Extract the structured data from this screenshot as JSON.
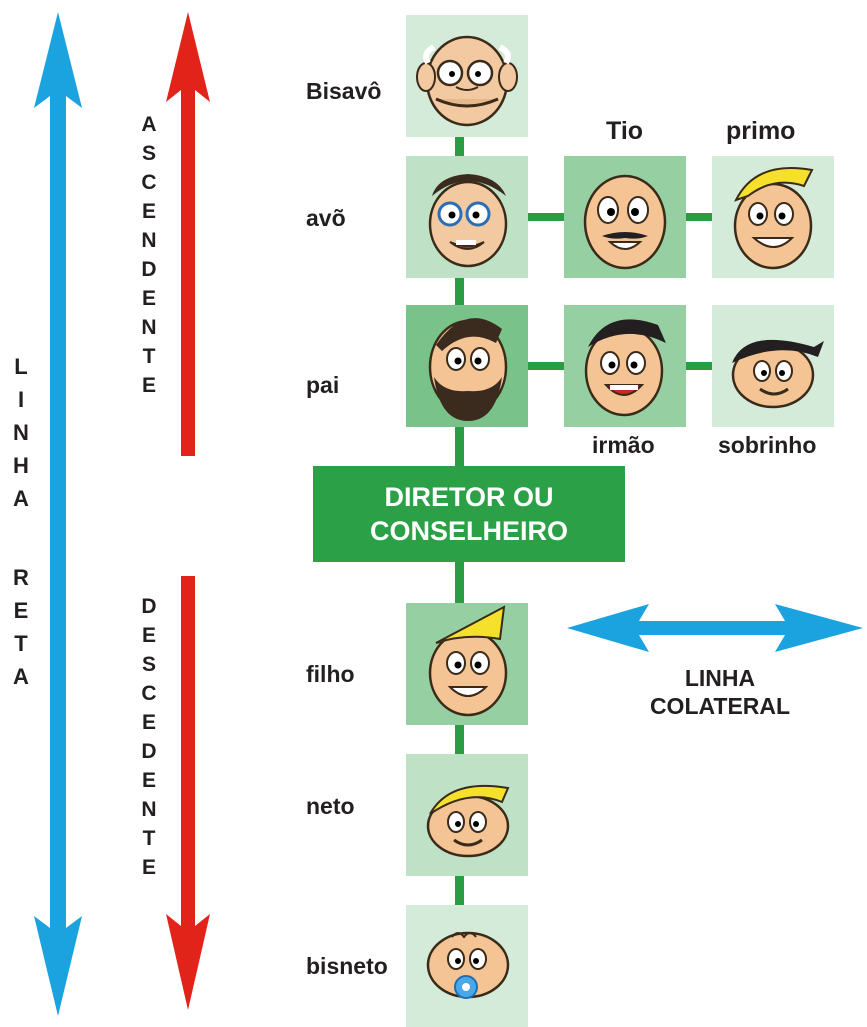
{
  "linha_reta": {
    "letters": [
      "L",
      "I",
      "N",
      "H",
      "A",
      "",
      "R",
      "E",
      "T",
      "A"
    ]
  },
  "ascendente": {
    "letters": [
      "A",
      "S",
      "C",
      "E",
      "N",
      "D",
      "E",
      "N",
      "T",
      "E"
    ]
  },
  "descendente": {
    "letters": [
      "D",
      "E",
      "S",
      "C",
      "E",
      "D",
      "E",
      "N",
      "T",
      "E"
    ]
  },
  "labels": {
    "bisavo": "Bisavô",
    "avo": "avõ",
    "pai": "pai",
    "filho": "filho",
    "neto": "neto",
    "bisneto": "bisneto",
    "tio": "Tio",
    "primo": "primo",
    "irmao": "irmão",
    "sobrinho": "sobrinho"
  },
  "director": {
    "line1": "DIRETOR OU",
    "line2": "CONSELHEIRO"
  },
  "linha_colateral": {
    "line1": "LINHA",
    "line2": "COLATERAL"
  },
  "colors": {
    "blue_arrow": "#1ba3e0",
    "red_arrow": "#e2231a",
    "green_box": "#2ca047",
    "connector": "#2a9c44"
  },
  "icons": {
    "bisavo": "great-grandfather-face-icon",
    "avo": "grandfather-face-icon",
    "pai": "father-face-icon",
    "tio": "uncle-face-icon",
    "primo": "cousin-face-icon",
    "irmao": "brother-face-icon",
    "sobrinho": "nephew-face-icon",
    "filho": "son-face-icon",
    "neto": "grandson-face-icon",
    "bisneto": "great-grandson-baby-face-icon"
  }
}
